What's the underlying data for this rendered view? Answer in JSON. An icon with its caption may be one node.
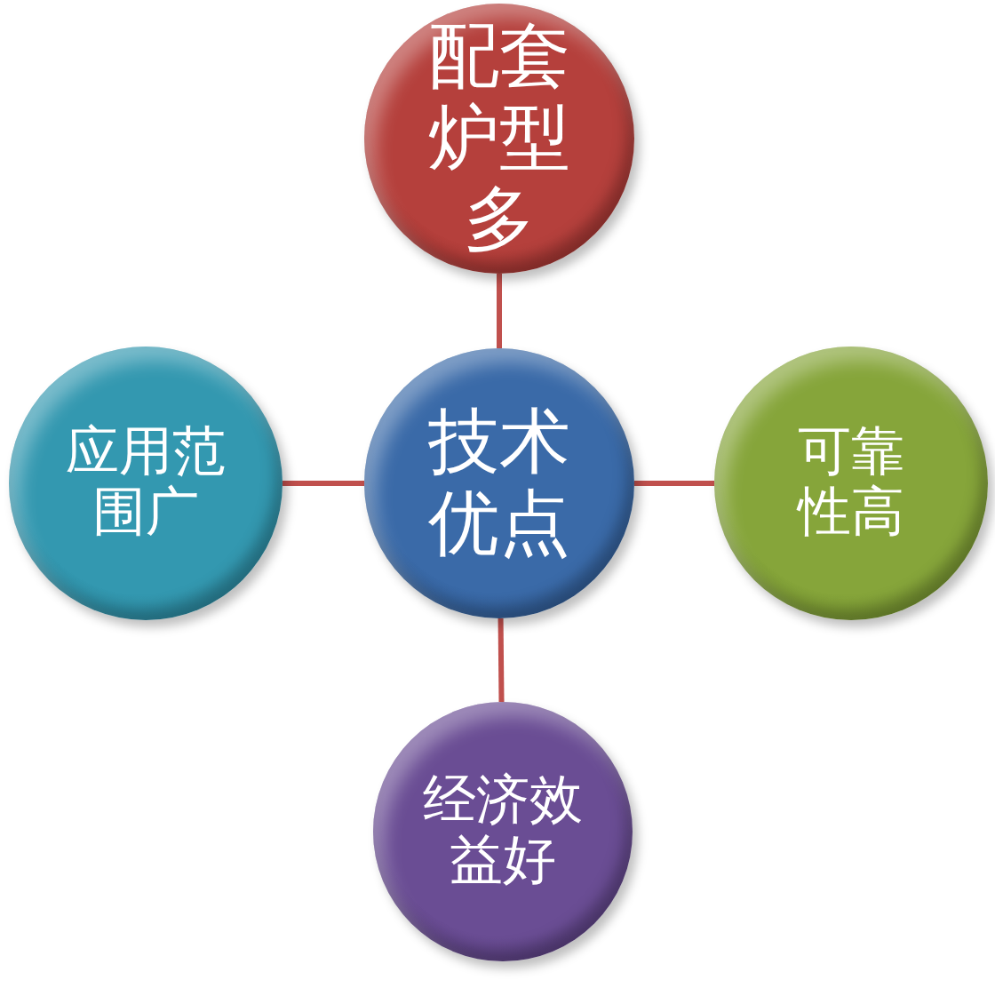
{
  "diagram": {
    "nodes": [
      {
        "text": [
          "配套炉型多"
        ]
      },
      {
        "text": [
          "应用范围广"
        ]
      },
      {
        "text": [
          "技术优点"
        ]
      },
      {
        "text": [
          "可靠性高"
        ]
      },
      {
        "text": [
          "经济效益好"
        ]
      }
    ],
    "edges": [
      {
        "from": 2,
        "to": 0,
        "arrow": "none"
      },
      {
        "from": 2,
        "to": 1,
        "arrow": "none"
      },
      {
        "from": 2,
        "to": 3,
        "arrow": "none"
      },
      {
        "from": 2,
        "to": 4,
        "arrow": "none"
      }
    ]
  }
}
